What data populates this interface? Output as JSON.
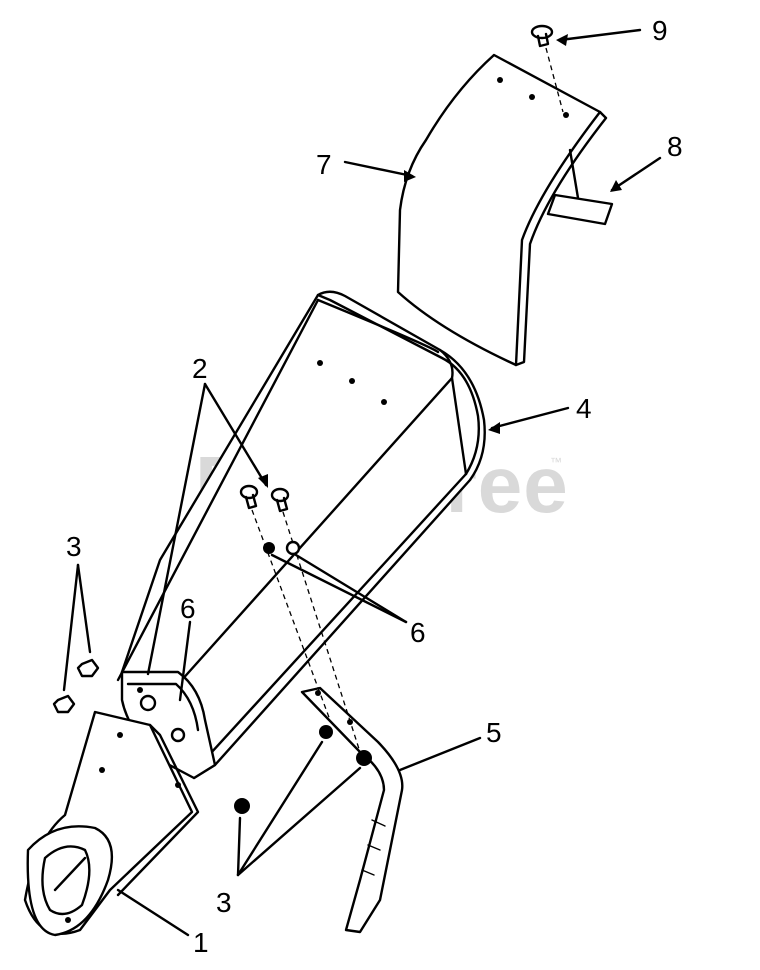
{
  "watermark": {
    "text": "PartsTree",
    "trademark": "™"
  },
  "callouts": {
    "c1": "1",
    "c2": "2",
    "c3_left": "3",
    "c3_bottom": "3",
    "c4": "4",
    "c5": "5",
    "c6_left": "6",
    "c6_right": "6",
    "c7": "7",
    "c8": "8",
    "c9": "9"
  }
}
